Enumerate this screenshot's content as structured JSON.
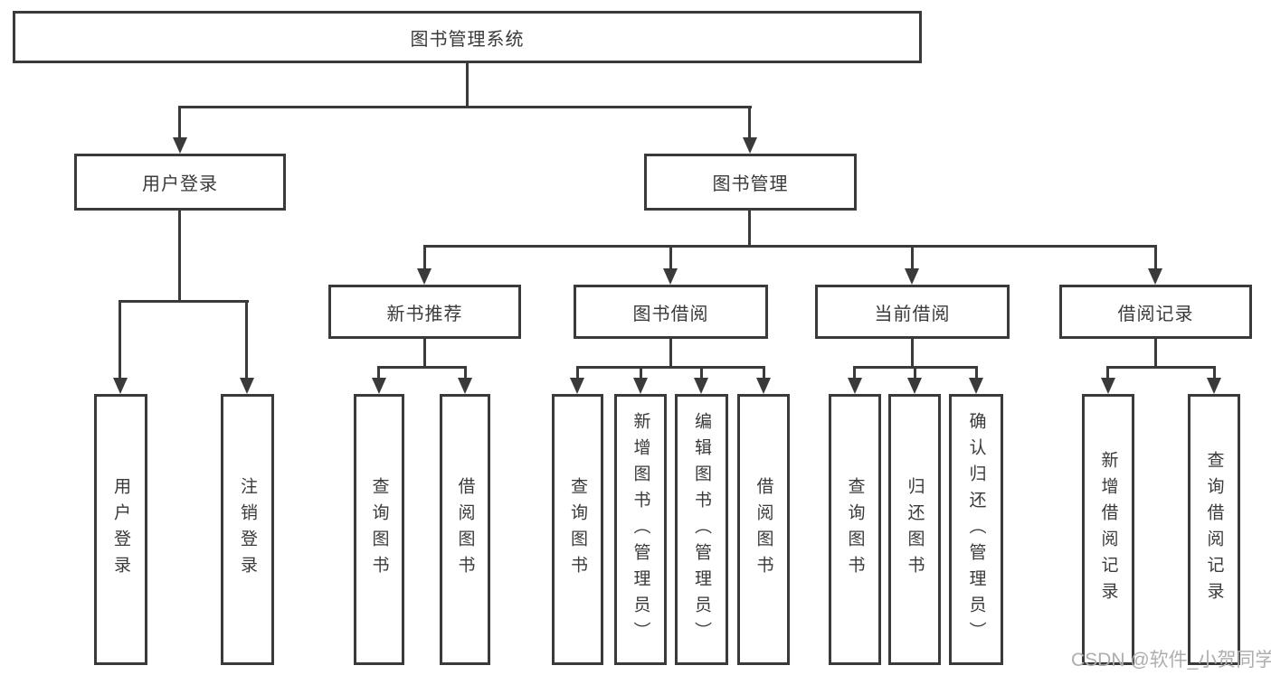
{
  "diagram_type": "hierarchical-function-tree",
  "colors": {
    "line": "#3a3a3a",
    "text": "#3a3a3a",
    "background": "#ffffff",
    "watermark": "#aeaeae"
  },
  "tree": {
    "label": "图书管理系统",
    "children": [
      {
        "label": "用户登录",
        "children": [
          {
            "label": "用户登录"
          },
          {
            "label": "注销登录"
          }
        ]
      },
      {
        "label": "图书管理",
        "children": [
          {
            "label": "新书推荐",
            "children": [
              {
                "label": "查询图书"
              },
              {
                "label": "借阅图书"
              }
            ]
          },
          {
            "label": "图书借阅",
            "children": [
              {
                "label": "查询图书"
              },
              {
                "label": "新增图书（管理员）"
              },
              {
                "label": "编辑图书（管理员）"
              },
              {
                "label": "借阅图书"
              }
            ]
          },
          {
            "label": "当前借阅",
            "children": [
              {
                "label": "查询图书"
              },
              {
                "label": "归还图书"
              },
              {
                "label": "确认归还（管理员）"
              }
            ]
          },
          {
            "label": "借阅记录",
            "children": [
              {
                "label": "新增借阅记录"
              },
              {
                "label": "查询借阅记录"
              }
            ]
          }
        ]
      }
    ]
  },
  "watermark": {
    "text": "CSDN @软件_小贺同学"
  }
}
